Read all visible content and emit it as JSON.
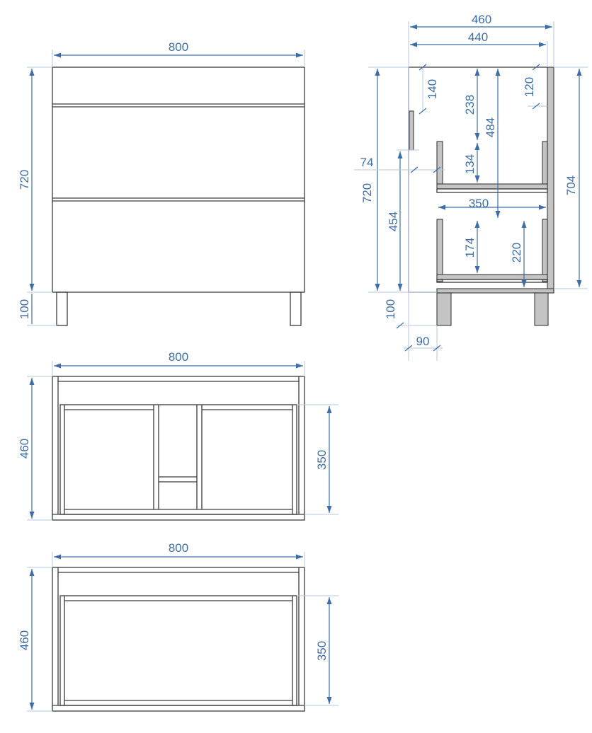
{
  "front_view": {
    "width": "800",
    "height": "720",
    "legs": "100"
  },
  "side_view": {
    "depth_total": "460",
    "depth_body": "440",
    "height": "720",
    "lower_height": "454",
    "offset_74": "74",
    "top_rail": "140",
    "upper_drawer_top": "238",
    "lower_drawer_top": "484",
    "upper_drawer_height": "134",
    "drawer_depth": "350",
    "lower_drawer_height": "174",
    "lower_drawer_inner": "220",
    "front_top_gap": "120",
    "front_height": "704",
    "legs": "100",
    "leg_offset": "90"
  },
  "plan_view_upper": {
    "width": "800",
    "depth": "460",
    "drawer_depth": "350"
  },
  "plan_view_lower": {
    "width": "800",
    "depth": "460",
    "drawer_depth": "350"
  }
}
